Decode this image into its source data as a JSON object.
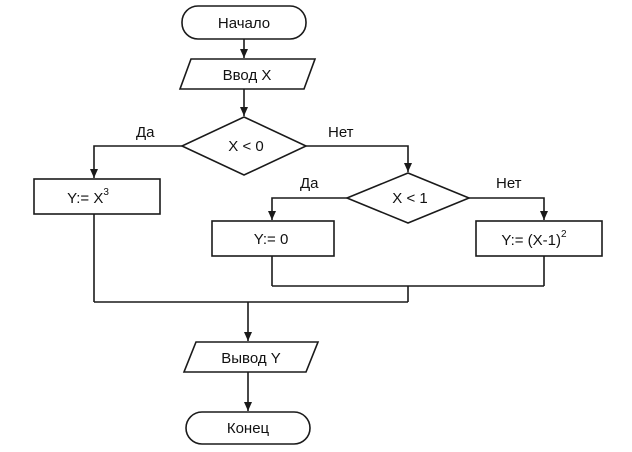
{
  "nodes": {
    "start": "Начало",
    "input": "Ввод X",
    "cond1": "X < 0",
    "assign_cube": {
      "text": "Y:= X",
      "exp": "3"
    },
    "cond2": "X < 1",
    "assign_zero": "Y:= 0",
    "assign_square": {
      "text": "Y:= (X-1)",
      "exp": "2"
    },
    "output": "Вывод Y",
    "end": "Конец"
  },
  "edges": {
    "cond1_yes": "Да",
    "cond1_no": "Нет",
    "cond2_yes": "Да",
    "cond2_no": "Нет"
  },
  "colors": {
    "stroke": "#1a1a1a",
    "text": "#111111",
    "background": "#ffffff"
  }
}
